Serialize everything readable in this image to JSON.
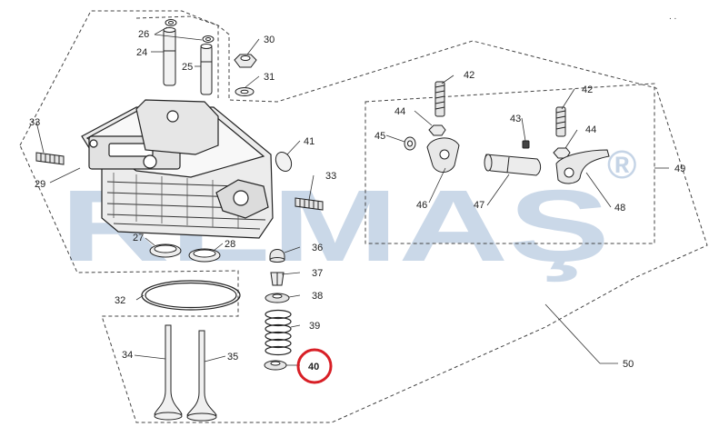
{
  "watermark": {
    "text": "REMAŞ",
    "registered": "®",
    "color": "#c5d4e6"
  },
  "highlight": {
    "part": "40",
    "color": "#d81f26"
  },
  "corner_mark": ". .",
  "parts": [
    {
      "id": "p24",
      "number": "24"
    },
    {
      "id": "p25",
      "number": "25"
    },
    {
      "id": "p26",
      "number": "26"
    },
    {
      "id": "p27",
      "number": "27"
    },
    {
      "id": "p28",
      "number": "28"
    },
    {
      "id": "p29",
      "number": "29"
    },
    {
      "id": "p30",
      "number": "30"
    },
    {
      "id": "p31",
      "number": "31"
    },
    {
      "id": "p32",
      "number": "32"
    },
    {
      "id": "p33a",
      "number": "33"
    },
    {
      "id": "p33b",
      "number": "33"
    },
    {
      "id": "p34",
      "number": "34"
    },
    {
      "id": "p35",
      "number": "35"
    },
    {
      "id": "p36",
      "number": "36"
    },
    {
      "id": "p37",
      "number": "37"
    },
    {
      "id": "p38",
      "number": "38"
    },
    {
      "id": "p39",
      "number": "39"
    },
    {
      "id": "p40",
      "number": "40"
    },
    {
      "id": "p41",
      "number": "41"
    },
    {
      "id": "p42a",
      "number": "42"
    },
    {
      "id": "p42b",
      "number": "42"
    },
    {
      "id": "p43",
      "number": "43"
    },
    {
      "id": "p44a",
      "number": "44"
    },
    {
      "id": "p44b",
      "number": "44"
    },
    {
      "id": "p45",
      "number": "45"
    },
    {
      "id": "p46",
      "number": "46"
    },
    {
      "id": "p47",
      "number": "47"
    },
    {
      "id": "p48",
      "number": "48"
    },
    {
      "id": "p49",
      "number": "49"
    },
    {
      "id": "p50",
      "number": "50"
    }
  ]
}
